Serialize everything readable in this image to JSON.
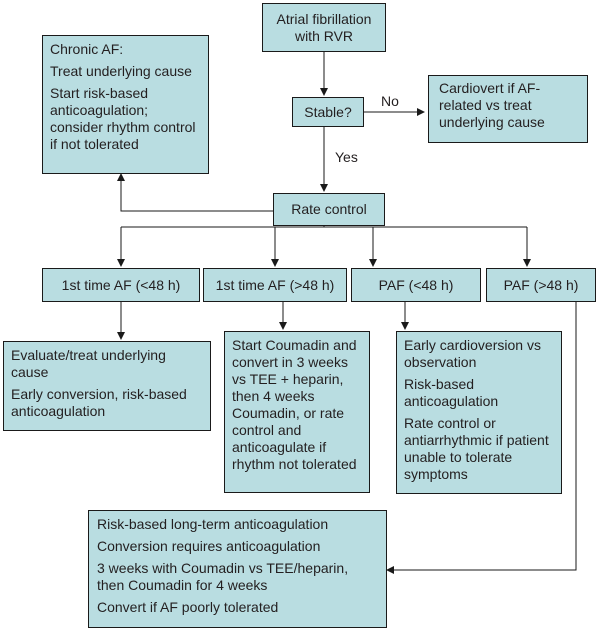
{
  "nodes": {
    "start": [
      "Atrial fibrillation",
      "with RVR"
    ],
    "chronic": [
      "Chronic AF:",
      "Treat underlying cause",
      "Start risk-based anticoagulation; consider rhythm control if not tolerated"
    ],
    "stable": "Stable?",
    "cardiovert": "Cardiovert if AF- related vs treat underlying cause",
    "rate_control": "Rate control",
    "first_lt48": "1st time AF (<48 h)",
    "first_gt48": "1st time AF (>48 h)",
    "paf_lt48": "PAF (<48 h)",
    "paf_gt48": "PAF (>48 h)",
    "evaluate": [
      "Evaluate/treat underlying cause",
      "Early conversion, risk-based anticoagulation"
    ],
    "coumadin": "Start Coumadin and convert in 3 weeks vs TEE + heparin, then 4 weeks Coumadin, or rate control and anticoagulate if rhythm not tolerated",
    "early_cardioversion": [
      "Early cardioversion vs observation",
      "Risk-based anticoagulation",
      "Rate control or antiarrhythmic if patient unable to tolerate symptoms"
    ],
    "longterm": [
      "Risk-based long-term anticoagulation",
      "Conversion requires anticoagulation",
      "3 weeks with Coumadin vs TEE/heparin, then Coumadin for 4 weeks",
      "Convert if AF poorly tolerated"
    ]
  },
  "edge_labels": {
    "no": "No",
    "yes": "Yes"
  },
  "colors": {
    "box_fill": "#b9dde1",
    "line": "#1a1a1a"
  }
}
